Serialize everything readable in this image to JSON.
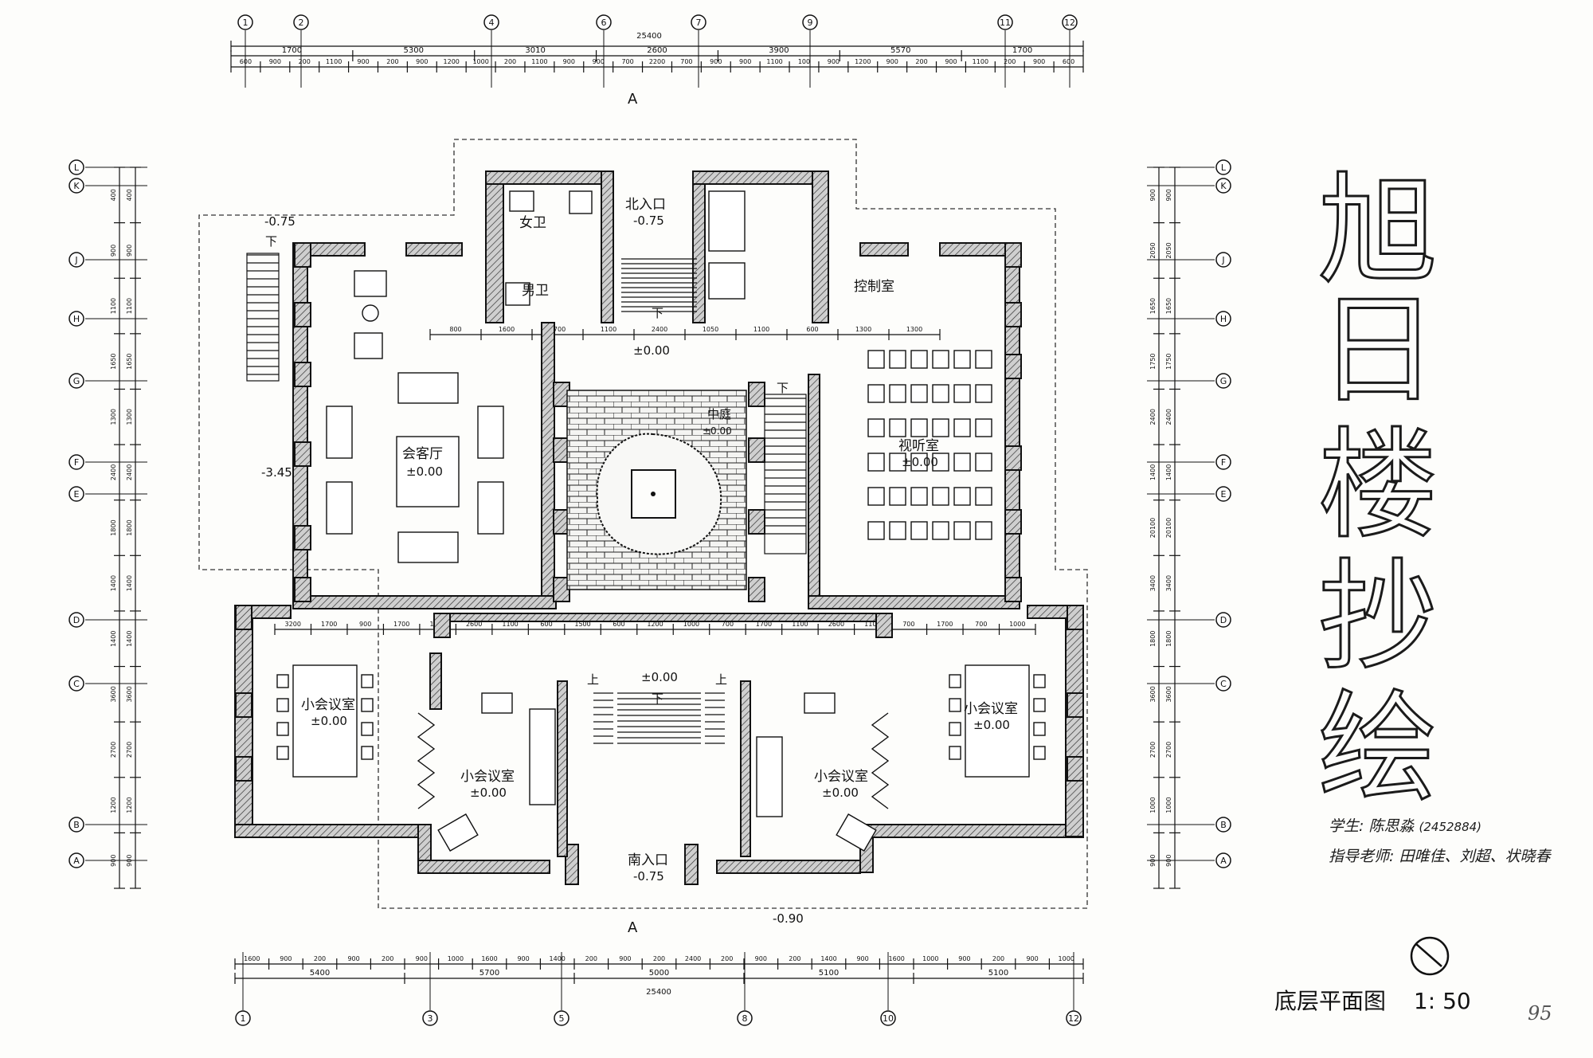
{
  "title": {
    "chars": [
      "旭",
      "日",
      "楼",
      "抄",
      "绘"
    ]
  },
  "meta": {
    "student_label": "学生:",
    "student_name": "陈思淼",
    "student_id": "(2452884)",
    "teacher_label": "指导老师:",
    "teachers": "田唯佳、刘超、状晓春"
  },
  "drawing_caption": {
    "name": "底层平面图",
    "scale": "1: 50"
  },
  "page_number": "95",
  "section_mark": "A",
  "grid_top": [
    "1",
    "2",
    "4",
    "6",
    "7",
    "9",
    "11",
    "12"
  ],
  "grid_bottom": [
    "1",
    "3",
    "5",
    "8",
    "10",
    "12"
  ],
  "grid_side": [
    "L",
    "K",
    "J",
    "H",
    "G",
    "F",
    "E",
    "D",
    "C",
    "B",
    "A"
  ],
  "dims_top_total": "25400",
  "dims_top_row1": [
    "1700",
    "5300",
    "3010",
    "2600",
    "3900",
    "5570",
    "1700"
  ],
  "dims_top_row2": [
    "600",
    "900",
    "200",
    "1100",
    "900",
    "200",
    "900",
    "1200",
    "1000",
    "200",
    "1100",
    "900",
    "900",
    "700",
    "2200",
    "700",
    "900",
    "900",
    "1100",
    "100",
    "900",
    "1200",
    "900",
    "200",
    "900",
    "1100",
    "200",
    "900",
    "600"
  ],
  "dims_bottom_row1": [
    "1600",
    "900",
    "200",
    "900",
    "200",
    "900",
    "1000",
    "1600",
    "900",
    "1400",
    "200",
    "900",
    "200",
    "2400",
    "200",
    "900",
    "200",
    "1400",
    "900",
    "1600",
    "1000",
    "900",
    "200",
    "900",
    "1000"
  ],
  "dims_bottom_row2": [
    "5400",
    "5700",
    "5000",
    "5100",
    "5100"
  ],
  "dims_bottom_total": "25400",
  "dims_left": [
    "400",
    "900",
    "1100",
    "1650",
    "1300",
    "2400",
    "1800",
    "1400",
    "1400",
    "3600",
    "2700",
    "1200",
    "900"
  ],
  "dims_right": [
    "900",
    "2050",
    "1650",
    "1750",
    "2400",
    "1400",
    "20100",
    "3400",
    "1800",
    "3600",
    "2700",
    "1000",
    "900"
  ],
  "rooms": {
    "north_entry": "北入口",
    "north_entry_level": "-0.75",
    "womens_wc": "女卫",
    "mens_wc": "男卫",
    "control_room": "控制室",
    "reception_hall": "会客厅",
    "reception_level": "±0.00",
    "atrium": "中庭",
    "atrium_level": "±0.00",
    "av_room": "视听室",
    "av_level": "±0.00",
    "meeting_room": "小会议室",
    "meeting_level": "±0.00",
    "south_entry": "南入口",
    "south_entry_level": "-0.75",
    "lobby_level": "±0.00",
    "stair_lobby_level": "±0.00",
    "west_level": "-3.45",
    "ramp_level_nw": "-0.75",
    "outer_level": "-0.90",
    "down_mark": "下",
    "up_mark": "上"
  },
  "inner_dims_north": [
    "800",
    "1600",
    "1700",
    "1100",
    "2400",
    "1050",
    "1100",
    "600",
    "1300",
    "1300"
  ],
  "inner_dims_south": [
    "3200",
    "1700",
    "900",
    "1700",
    "1100",
    "2600",
    "1100",
    "600",
    "1500",
    "600",
    "1200",
    "1000",
    "700",
    "1700",
    "1100",
    "2600",
    "1100",
    "700",
    "1700",
    "700",
    "1000"
  ]
}
